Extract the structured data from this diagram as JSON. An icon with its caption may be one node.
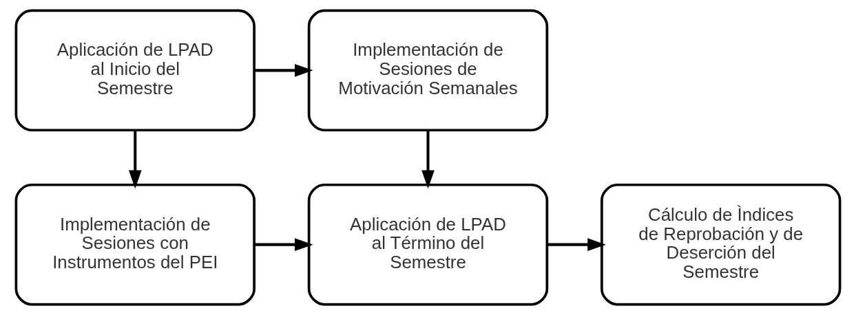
{
  "diagram": {
    "nodes": [
      {
        "text": [
          "Aplicación de LPAD al Inicio del Semestre"
        ]
      },
      {
        "text": [
          "Implementación de Sesiones de Motivación Semanales"
        ]
      },
      {
        "text": [
          "Implementación de Sesiones con Instrumentos del PEI"
        ]
      },
      {
        "text": [
          "Aplicación de LPAD al Término del Semestre"
        ]
      },
      {
        "text": [
          "Cálculo de Ìndices de Reprobación y de Deserción del Semestre"
        ]
      }
    ],
    "edges": [
      {
        "from": 0,
        "to": 1,
        "arrow": "to"
      },
      {
        "from": 0,
        "to": 2,
        "arrow": "to"
      },
      {
        "from": 1,
        "to": 3,
        "arrow": "to"
      },
      {
        "from": 2,
        "to": 3,
        "arrow": "to"
      },
      {
        "from": 3,
        "to": 4,
        "arrow": "to"
      }
    ]
  }
}
